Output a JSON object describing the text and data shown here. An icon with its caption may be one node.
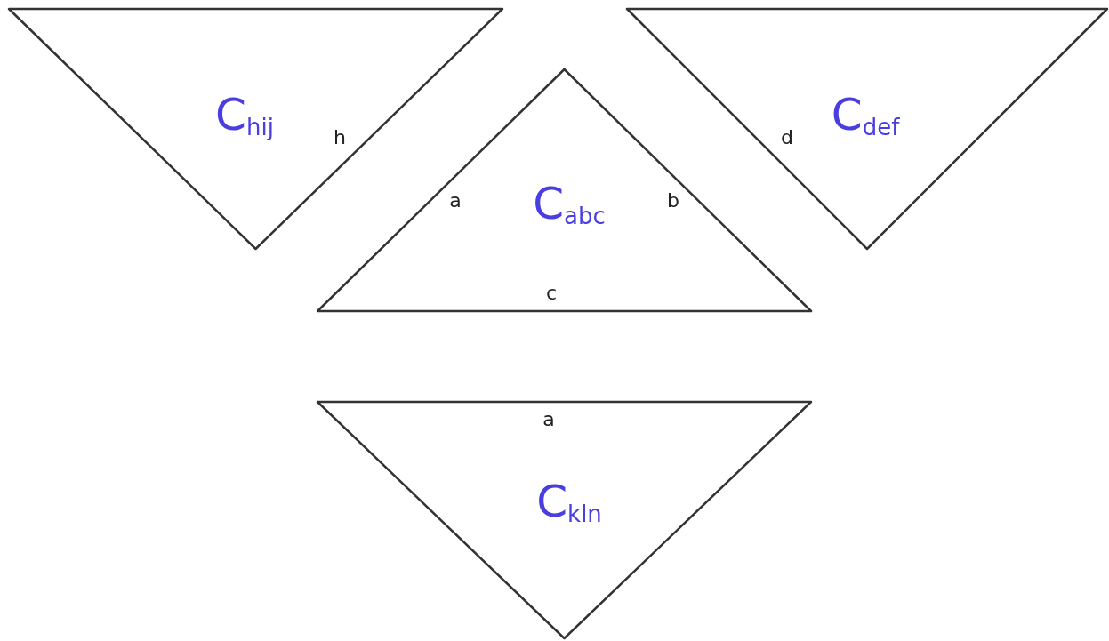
{
  "diagram": {
    "nodes": [
      {
        "text": [
          "C$_{hij}$"
        ]
      },
      {
        "text": [
          "C$_{def}$"
        ]
      },
      {
        "text": [
          "C$_{abc}$"
        ]
      },
      {
        "text": [
          "C$_{kln}$"
        ]
      }
    ],
    "labels": [
      "h",
      "d",
      "a",
      "b",
      "c",
      "a"
    ]
  }
}
